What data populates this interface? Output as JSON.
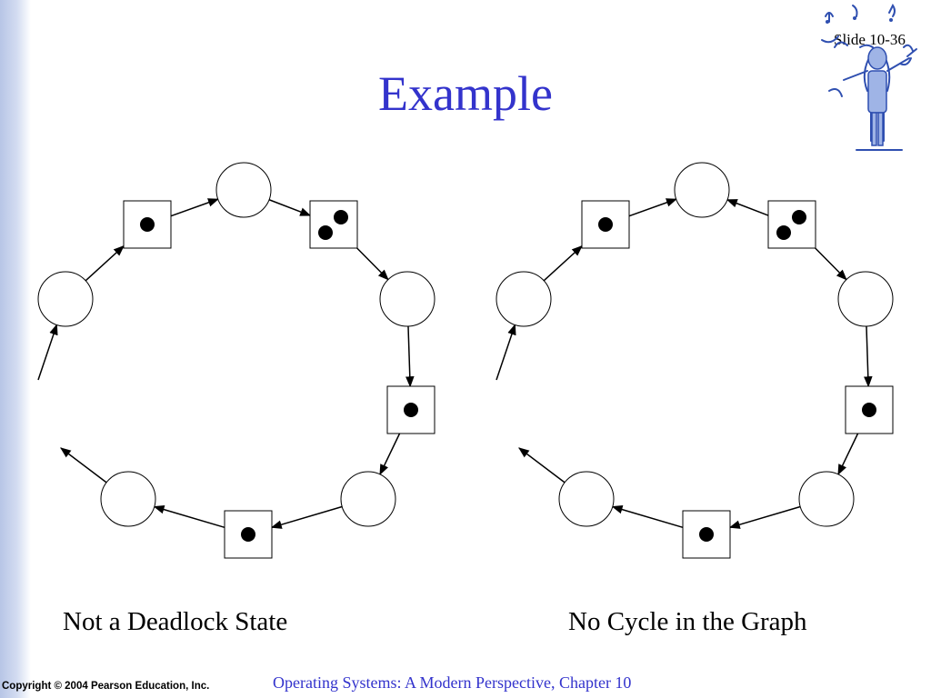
{
  "slide": {
    "number": "Slide 10-36",
    "title": "Example"
  },
  "graphs": [
    {
      "caption": "Not a Deadlock State",
      "edges": [
        {
          "from": "r1",
          "to": "p1"
        },
        {
          "from": "p1",
          "to": "r2"
        },
        {
          "from": "r2",
          "to": "p2"
        },
        {
          "from": "p2",
          "to": "r3"
        },
        {
          "from": "r3",
          "to": "p3"
        },
        {
          "from": "p3",
          "to": "r4"
        },
        {
          "from": "r4",
          "to": "p4"
        },
        {
          "from": "p4",
          "to": "open-bottom"
        },
        {
          "from": "open-top",
          "to": "p5"
        },
        {
          "from": "p5",
          "to": "r1"
        }
      ]
    },
    {
      "caption": "No Cycle in the Graph",
      "edges": [
        {
          "from": "r1",
          "to": "p1"
        },
        {
          "from": "r2",
          "to": "p1"
        },
        {
          "from": "r2",
          "to": "p2"
        },
        {
          "from": "p2",
          "to": "r3"
        },
        {
          "from": "r3",
          "to": "p3"
        },
        {
          "from": "p3",
          "to": "r4"
        },
        {
          "from": "r4",
          "to": "p4"
        },
        {
          "from": "p4",
          "to": "open-bottom"
        },
        {
          "from": "open-top",
          "to": "p5"
        },
        {
          "from": "p5",
          "to": "r1"
        }
      ]
    }
  ],
  "footer": {
    "copyright": "Copyright © 2004 Pearson Education, Inc.",
    "book": "Operating Systems: A Modern Perspective, Chapter 10"
  },
  "colors": {
    "title": "#3333cc",
    "footer": "#3333cc",
    "left_bar": "#c4d0ec"
  }
}
